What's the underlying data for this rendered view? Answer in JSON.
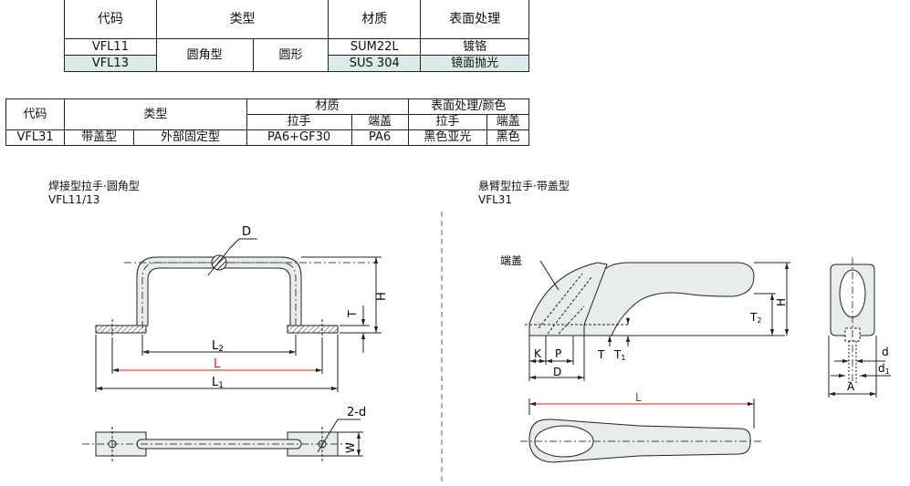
{
  "table1": {
    "header": {
      "code": "代码",
      "type": "类型",
      "material": "材质",
      "surface": "表面处理"
    },
    "rows": [
      {
        "code": "VFL11",
        "type1": "圆角型",
        "type2": "圆形",
        "material": "SUM22L",
        "surface": "镀铬"
      },
      {
        "code": "VFL13",
        "material": "SUS 304",
        "surface": "镜面抛光"
      }
    ]
  },
  "table2": {
    "header": {
      "code": "代码",
      "type": "类型",
      "material": "材质",
      "surface_color": "表面处理/颜色",
      "sub_handle_material": "拉手",
      "sub_cap_material": "端盖",
      "sub_handle_surface": "拉手",
      "sub_cap_surface": "端盖"
    },
    "rows": [
      {
        "code": "VFL31",
        "type1": "带盖型",
        "type2": "外部固定型",
        "handle_material": "PA6+GF30",
        "cap_material": "PA6",
        "handle_surface": "黑色亚光",
        "cap_surface": "黑色"
      }
    ]
  },
  "left_section": {
    "title": "焊接型拉手·圆角型",
    "models": "VFL11/13"
  },
  "right_section": {
    "title": "悬臂型拉手·带盖型",
    "models": "VFL31"
  },
  "labels": {
    "D": "D",
    "H": "H",
    "T": "T",
    "L2": "L",
    "L2_sub": "2",
    "L": "L",
    "L1": "L",
    "L1_sub": "1",
    "holes": "2-d",
    "W": "W",
    "cap": "端盖",
    "K": "K",
    "P": "P",
    "D2": "D",
    "T_r": "T",
    "T1": "T",
    "T1_sub": "1",
    "T2": "T",
    "T2_sub": "2",
    "H2": "H",
    "L3": "L",
    "d": "d",
    "d1": "d",
    "d1_sub": "1",
    "A": "A"
  },
  "colors": {
    "line": "#222222",
    "fill": "#e9ecec",
    "accent": "#d0211c",
    "highlight": "#dbeaea"
  }
}
